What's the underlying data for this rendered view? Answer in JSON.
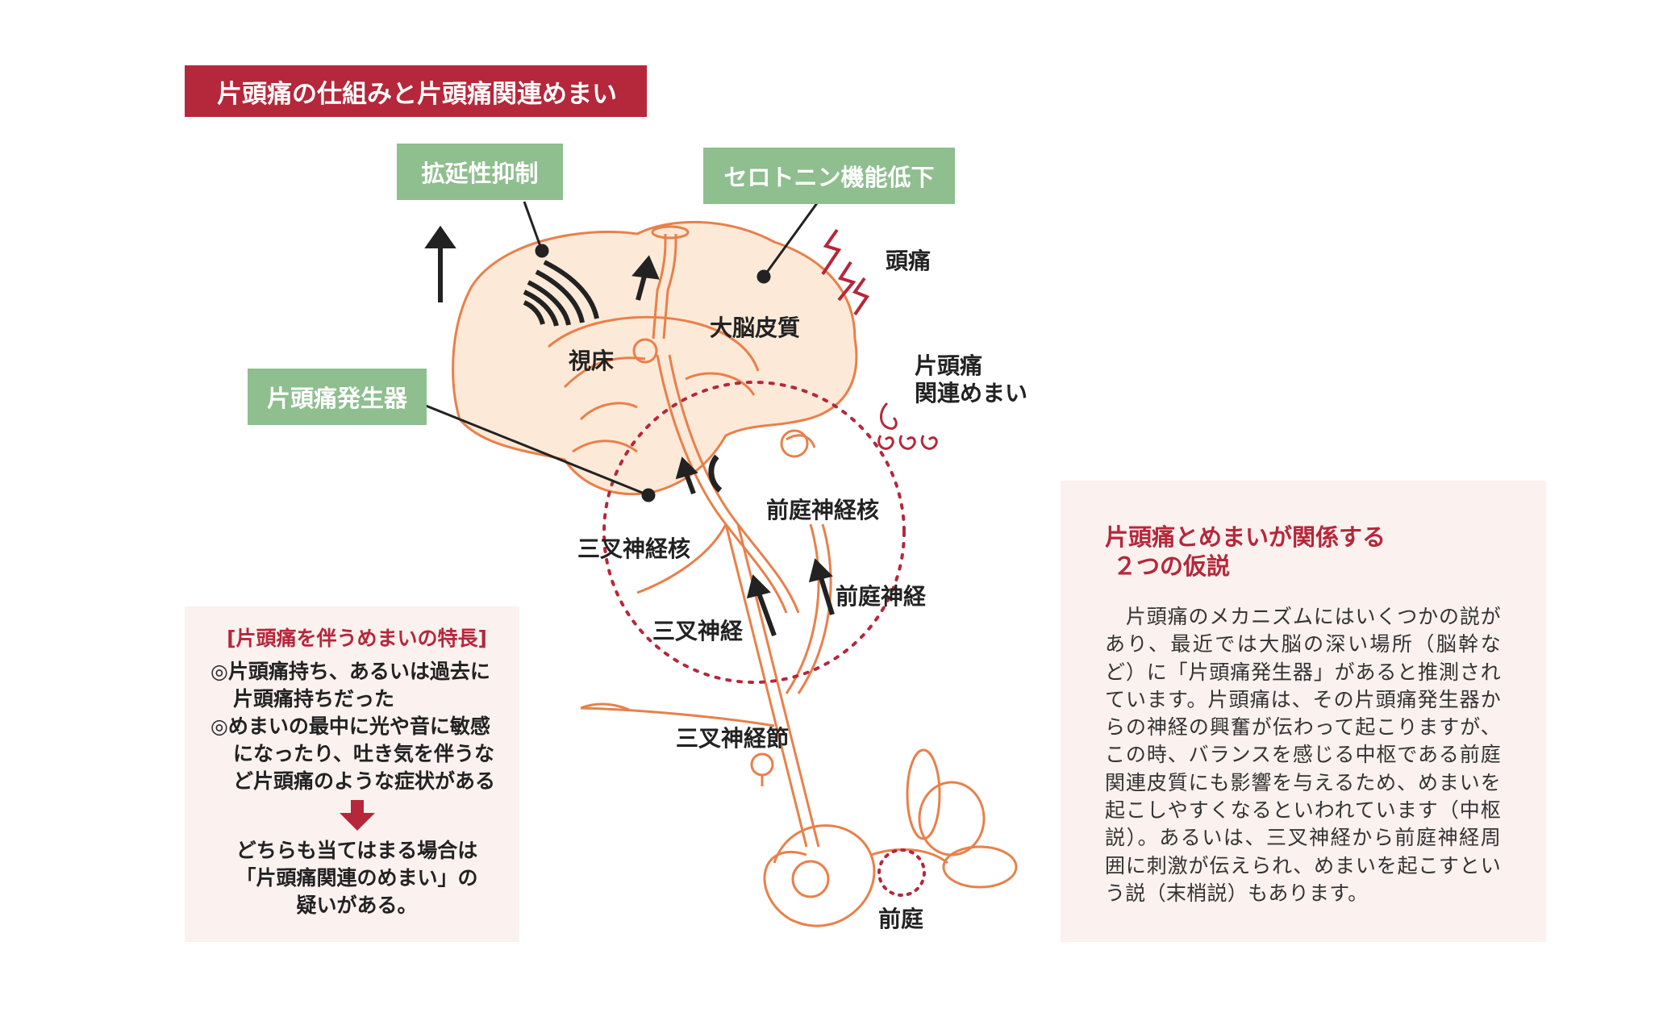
{
  "title": "片頭痛の仕組みと片頭痛関連めまい",
  "green_labels": {
    "spreading": "拡延性抑制",
    "serotonin": "セロトニン機能低下",
    "generator": "片頭痛発生器"
  },
  "labels": {
    "headache": "頭痛",
    "cortex": "大脳皮質",
    "thalamus": "視床",
    "mav_line1": "片頭痛",
    "mav_line2": "関連めまい",
    "vestibular_nucleus": "前庭神経核",
    "trigeminal_nucleus": "三叉神経核",
    "vestibular_nerve": "前庭神経",
    "trigeminal_nerve": "三叉神経",
    "trigeminal_ganglion": "三叉神経節",
    "vestibule": "前庭"
  },
  "left_panel": {
    "heading": "[片頭痛を伴うめまいの特長]",
    "items": [
      "◎片頭痛持ち、あるいは過去に片頭痛持ちだった",
      "◎めまいの最中に光や音に敏感になったり、吐き気を伴うなど片頭痛のような症状がある"
    ],
    "conclusion_line1": "どちらも当てはまる場合は",
    "conclusion_line2": "「片頭痛関連のめまい」の",
    "conclusion_line3": "疑いがある。"
  },
  "right_panel": {
    "heading_line1": "片頭痛とめまいが関係する",
    "heading_line2": "２つの仮説",
    "body": "　片頭痛のメカニズムにはいくつかの説があり、最近では大脳の深い場所（脳幹など）に「片頭痛発生器」があると推測されています。片頭痛は、その片頭痛発生器からの神経の興奮が伝わって起こりますが、この時、バランスを感じる中枢である前庭関連皮質にも影響を与えるため、めまいを起こしやすくなるといわれています（中枢説）。あるいは、三叉神経から前庭神経周囲に刺激が伝えられ、めまいを起こすという説（末梢説）もあります。"
  },
  "colors": {
    "title_bg": "#b5273a",
    "green_label_bg": "#8fbe8f",
    "brain_fill": "#fde9d8",
    "brain_stroke": "#e8804a",
    "dotted_circle": "#b5273a",
    "panel_bg": "#fbf1ef"
  }
}
